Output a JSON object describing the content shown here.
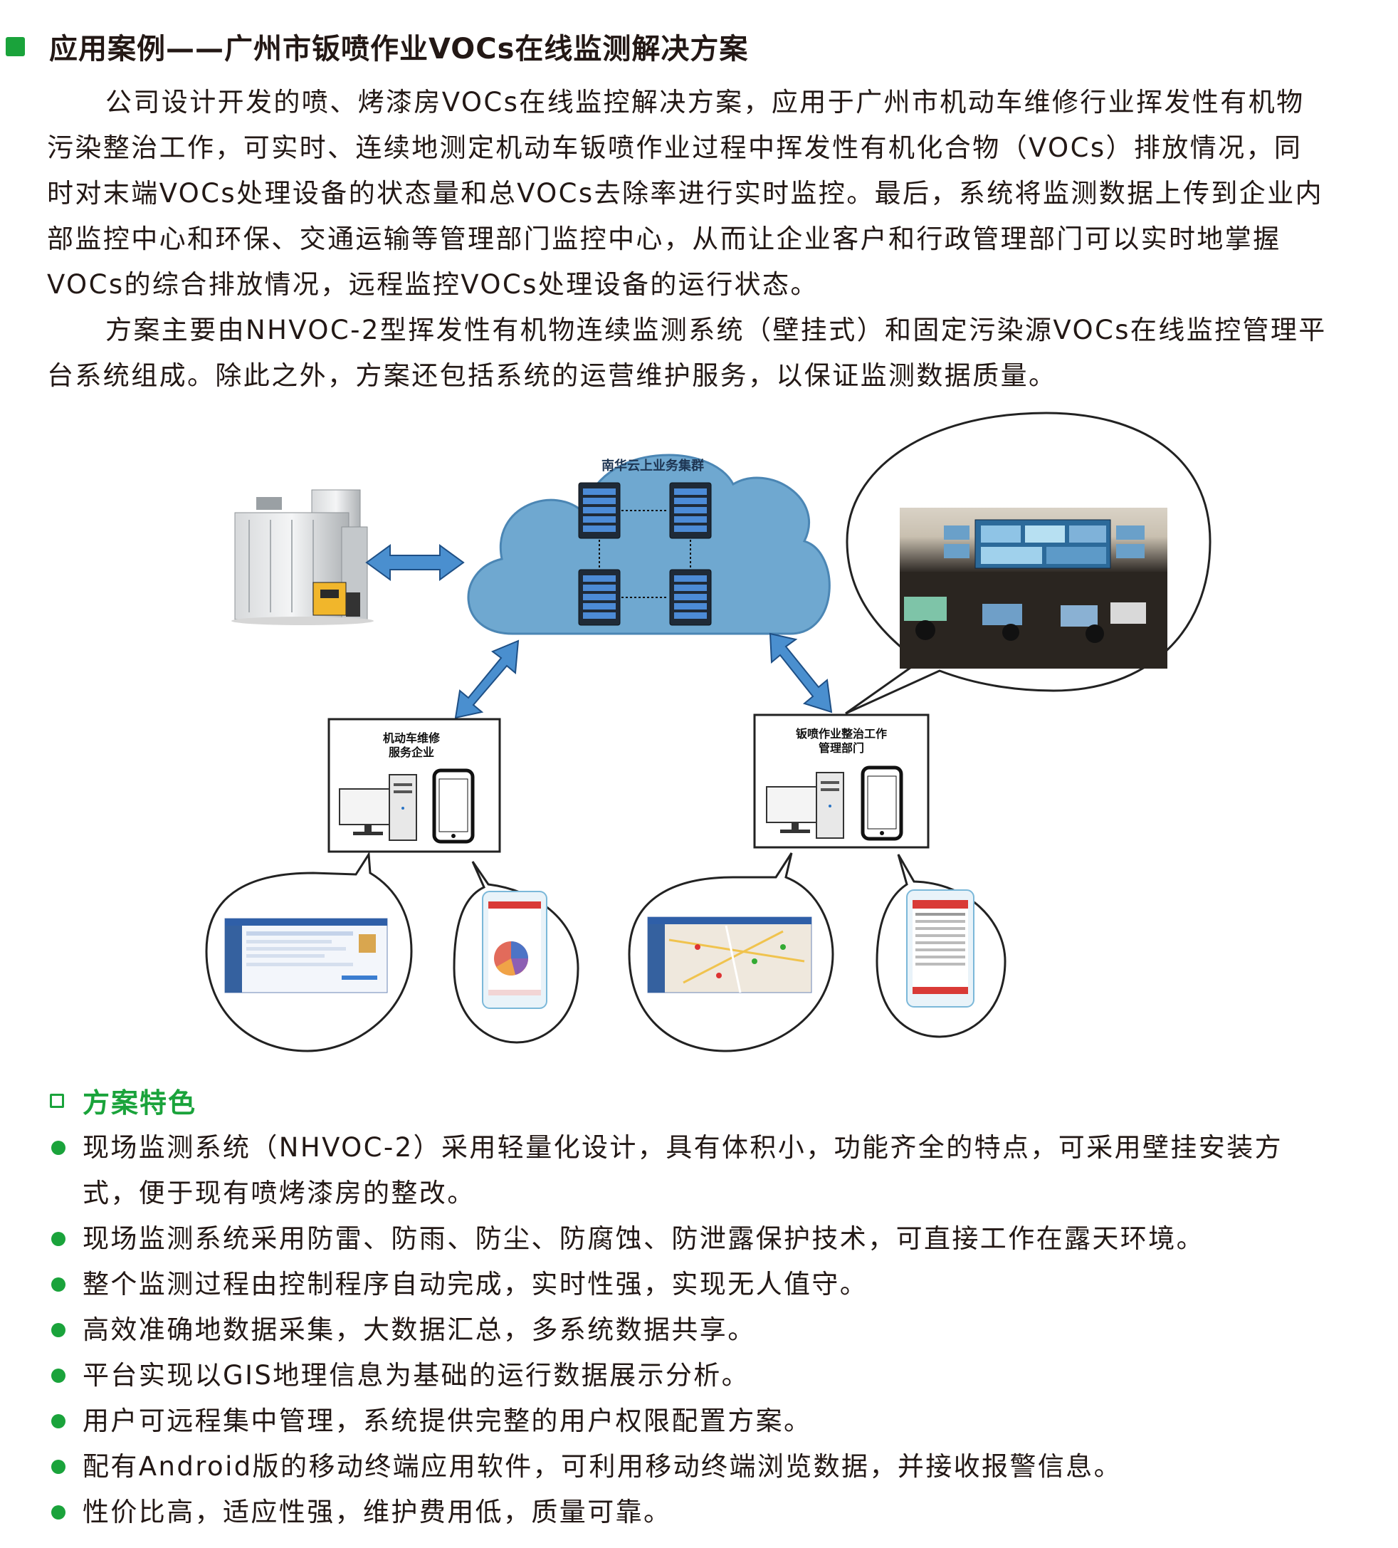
{
  "section_title": "应用案例——广州市钣喷作业VOCs在线监测解决方案",
  "paragraphs": [
    {
      "lines": [
        "公司设计开发的喷、烤漆房VOCs在线监控解决方案，应用于广州市机动车维修行业挥发性有机物",
        "污染整治工作，可实时、连续地测定机动车钣喷作业过程中挥发性有机化合物（VOCs）排放情况，同",
        "时对末端VOCs处理设备的状态量和总VOCs去除率进行实时监控。最后，系统将监测数据上传到企业内",
        "部监控中心和环保、交通运输等管理部门监控中心，从而让企业客户和行政管理部门可以实时地掌握",
        "VOCs的综合排放情况，远程监控VOCs处理设备的运行状态。"
      ]
    },
    {
      "lines": [
        "方案主要由NHVOC-2型挥发性有机物连续监测系统（壁挂式）和固定污染源VOCs在线监控管理平",
        "台系统组成。除此之外，方案还包括系统的运营维护服务，以保证监测数据质量。"
      ]
    }
  ],
  "diagram": {
    "cloud_label": "南华云上业务集群",
    "left_box": {
      "line1": "机动车维修",
      "line2": "服务企业"
    },
    "right_box": {
      "line1": "钣喷作业整治工作",
      "line2": "管理部门"
    }
  },
  "features": {
    "title": "方案特色",
    "items": [
      {
        "lines": [
          "现场监测系统（NHVOC-2）采用轻量化设计，具有体积小，功能齐全的特点，可采用壁挂安装方",
          "式，便于现有喷烤漆房的整改。"
        ]
      },
      {
        "lines": [
          "现场监测系统采用防雷、防雨、防尘、防腐蚀、防泄露保护技术，可直接工作在露天环境。"
        ]
      },
      {
        "lines": [
          "整个监测过程由控制程序自动完成，实时性强，实现无人值守。"
        ]
      },
      {
        "lines": [
          "高效准确地数据采集，大数据汇总，多系统数据共享。"
        ]
      },
      {
        "lines": [
          "平台实现以GIS地理信息为基础的运行数据展示分析。"
        ]
      },
      {
        "lines": [
          "用户可远程集中管理，系统提供完整的用户权限配置方案。"
        ]
      },
      {
        "lines": [
          "配有Android版的移动终端应用软件，可利用移动终端浏览数据，并接收报警信息。"
        ]
      },
      {
        "lines": [
          "性价比高，适应性强，维护费用低，质量可靠。"
        ]
      }
    ]
  },
  "colors": {
    "accent_green": "#1aa33b",
    "cloud_blue": "#6fa8d0",
    "arrow_blue": "#4a8fcf",
    "text": "#231815"
  }
}
